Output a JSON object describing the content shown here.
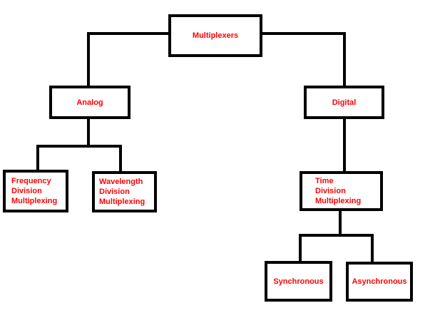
{
  "diagram": {
    "nodes": {
      "root": {
        "label": "Multiplexers"
      },
      "analog": {
        "label": "Analog"
      },
      "digital": {
        "label": "Digital"
      },
      "fdm": {
        "label": "Frequency\nDivision\nMultiplexing"
      },
      "wdm": {
        "label": "Wavelength\nDivision\nMultiplexing"
      },
      "tdm": {
        "label": "Time\nDivision\nMultiplexing"
      },
      "synchronous": {
        "label": "Synchronous"
      },
      "asynchronous": {
        "label": "Asynchronous"
      }
    },
    "edges": [
      {
        "from": "Multiplexers",
        "to": "Analog"
      },
      {
        "from": "Multiplexers",
        "to": "Digital"
      },
      {
        "from": "Analog",
        "to": "Frequency Division Multiplexing"
      },
      {
        "from": "Analog",
        "to": "Wavelength Division Multiplexing"
      },
      {
        "from": "Digital",
        "to": "Time Division Multiplexing"
      },
      {
        "from": "Time Division Multiplexing",
        "to": "Synchronous"
      },
      {
        "from": "Time Division Multiplexing",
        "to": "Asynchronous"
      }
    ],
    "colors": {
      "text": "#ff0000",
      "border": "#000000",
      "connector": "#000000",
      "background": "#ffffff"
    }
  }
}
